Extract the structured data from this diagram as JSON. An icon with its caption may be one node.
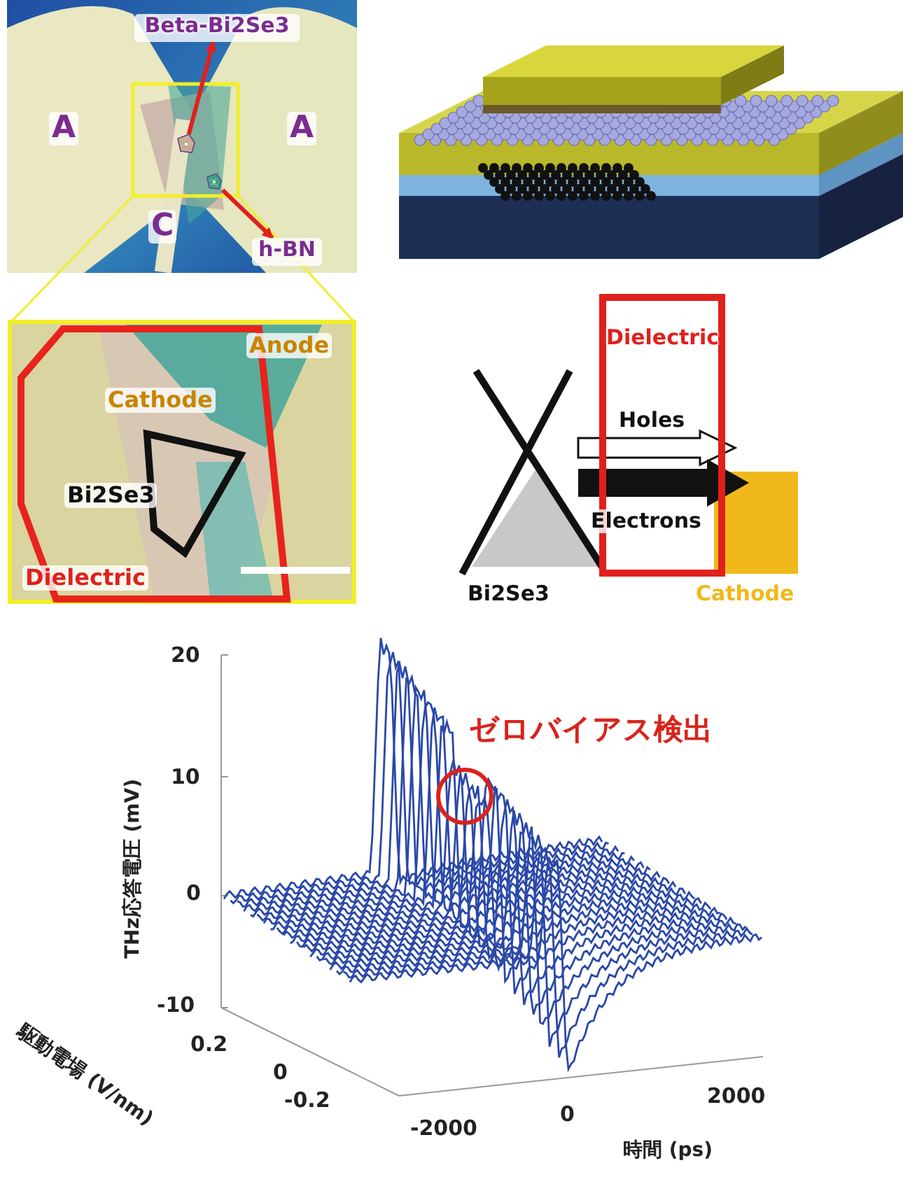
{
  "diagram": {
    "nodes": [
      {
        "text": [
          "Beta-Bi2Se3"
        ]
      },
      {
        "text": [],
        "shape": "picture"
      },
      {
        "text": [
          "h-BN"
        ]
      },
      {
        "text": [],
        "shape": "picture"
      },
      {
        "text": [
          "Dielectric"
        ]
      }
    ],
    "edges": [
      {
        "from": 1,
        "to": 0,
        "arrow": "to"
      },
      {
        "from": 3,
        "to": 2,
        "arrow": "to"
      }
    ],
    "labels": [
      "A",
      "A",
      "C",
      "Anode",
      "Cathode",
      "Bi2Se3",
      "Dielectric",
      "Holes",
      "Electrons",
      "Bi2Se3",
      "Cathode",
      "20",
      "10",
      "0",
      "-10",
      "THz応答電圧 (mV)",
      "ゼロバイアス検出",
      "駆動電場 (V/nm)",
      "0.2",
      "0",
      "-0.2",
      "-2000",
      "0",
      "2000",
      "時間 (ps)"
    ]
  }
}
